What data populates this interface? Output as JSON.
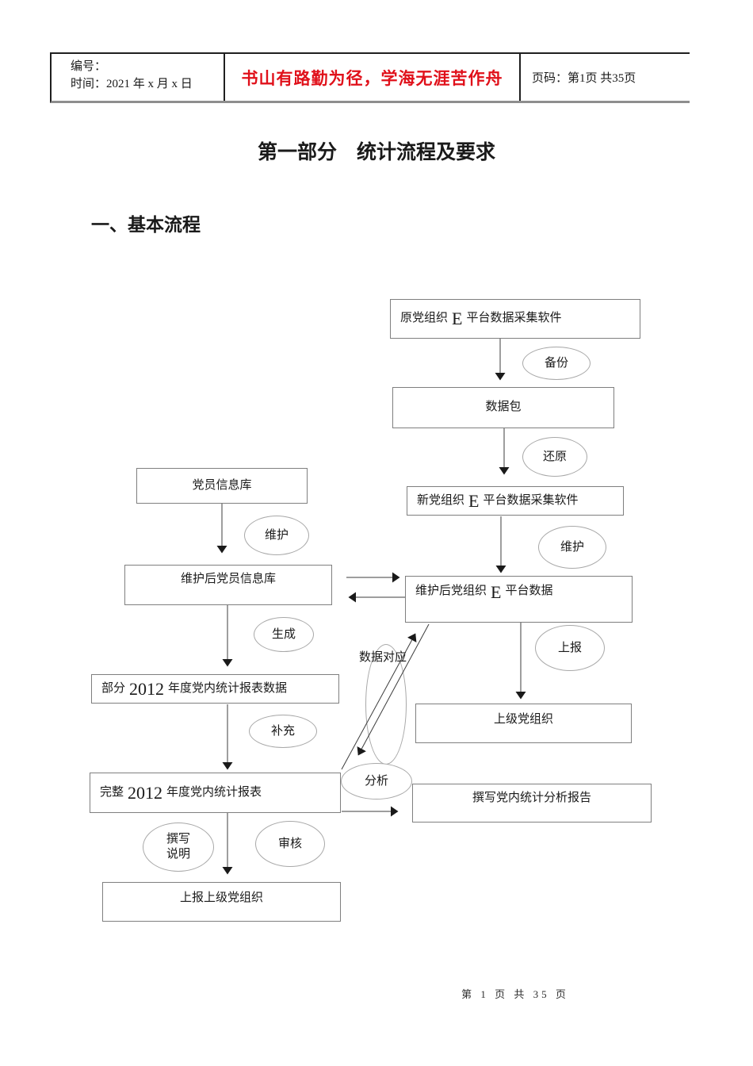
{
  "colors": {
    "motto_red": "#e0101a"
  },
  "header": {
    "cell1_line1": "编号：",
    "cell1_line2": "时间：2021 年 x 月 x 日",
    "motto": "书山有路勤为径，学海无涯苦作舟",
    "page_info": "页码：第1页  共35页"
  },
  "title": "第一部分　统计流程及要求",
  "section_heading": "一、基本流程",
  "flowchart": {
    "boxes": {
      "src_sw": {
        "pre": "原党组织",
        "big": "E",
        "post": "平台数据采集软件"
      },
      "data_pkg": {
        "label": "数据包"
      },
      "new_sw": {
        "pre": "新党组织",
        "big": "E",
        "post": "平台数据采集软件"
      },
      "maintained_org": {
        "pre": "维护后党组织",
        "big": "E",
        "post": "平台数据"
      },
      "upper_org": {
        "label": "上级党组织"
      },
      "member_db": {
        "label": "党员信息库"
      },
      "maintained_db": {
        "label": "维护后党员信息库"
      },
      "partial_report": {
        "pre": "部分",
        "big": "2012",
        "post": "年度党内统计报表数据"
      },
      "complete_report": {
        "pre": "完整",
        "big": "2012",
        "post": "年度党内统计报表"
      },
      "report_upper": {
        "label": "上报上级党组织"
      },
      "write_analysis": {
        "label": "撰写党内统计分析报告"
      }
    },
    "ellipses": {
      "backup": "备份",
      "restore": "还原",
      "maintain_right": "维护",
      "report_up": "上报",
      "maintain_left": "维护",
      "generate": "生成",
      "supplement": "补充",
      "write_note_line1": "撰写",
      "write_note_line2": "说明",
      "review": "审核",
      "analyze": "分析"
    },
    "free_label": "数据对应"
  },
  "footer": "第 1 页 共 35 页"
}
